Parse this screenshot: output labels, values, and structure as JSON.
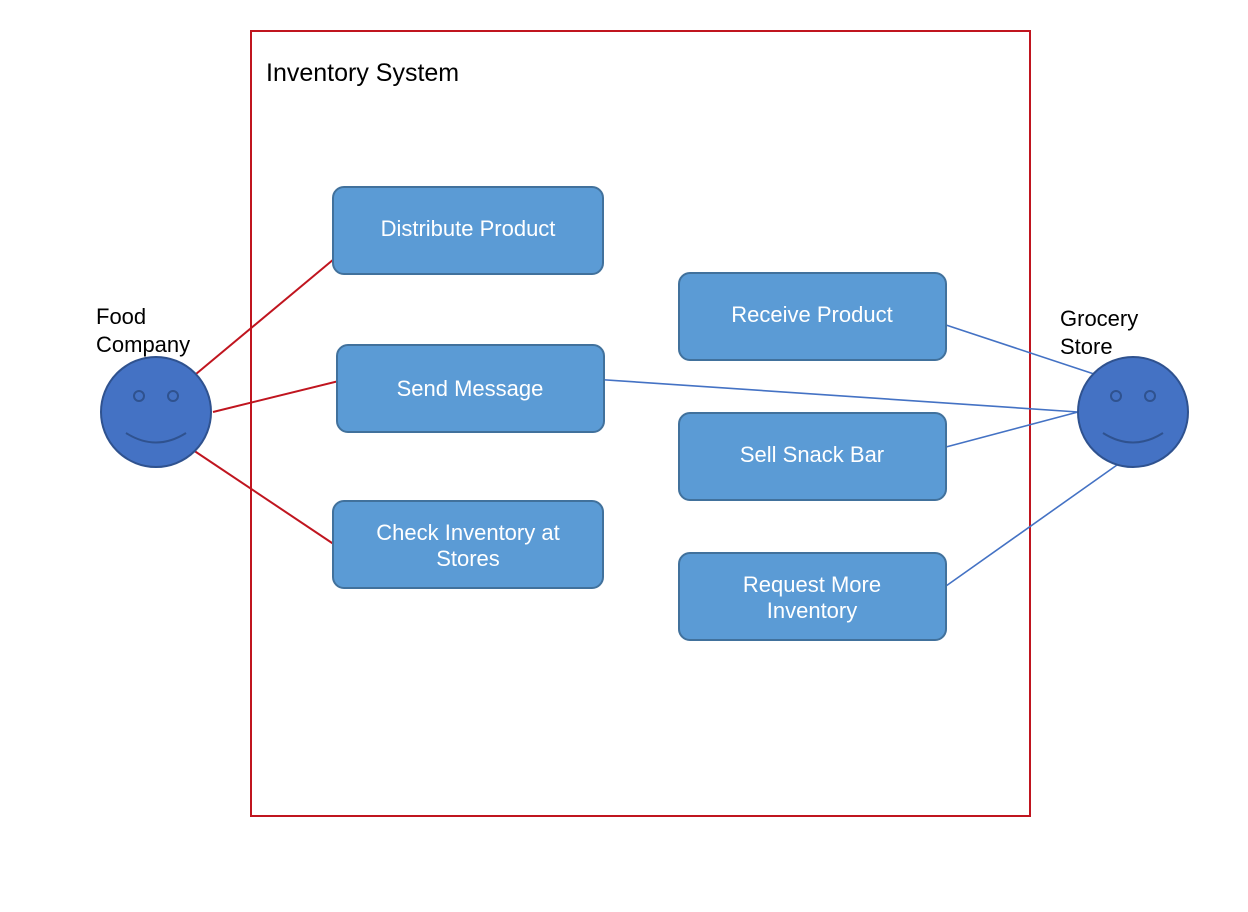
{
  "system": {
    "title": "Inventory System"
  },
  "actors": {
    "food_company": {
      "label_line1": "Food",
      "label_line2": "Company"
    },
    "grocery_store": {
      "label_line1": "Grocery",
      "label_line2": "Store"
    }
  },
  "use_cases": {
    "distribute_product": {
      "line1": "Distribute Product"
    },
    "send_message": {
      "line1": "Send Message"
    },
    "check_inventory": {
      "line1": "Check Inventory at",
      "line2": "Stores"
    },
    "receive_product": {
      "line1": "Receive Product"
    },
    "sell_snack_bar": {
      "line1": "Sell Snack Bar"
    },
    "request_more_inventory": {
      "line1": "Request More",
      "line2": "Inventory"
    }
  },
  "colors": {
    "system_border": "#c0151f",
    "use_case_fill": "#5b9bd5",
    "actor_fill": "#4472c4",
    "food_company_links": "#c0151f",
    "grocery_store_links": "#4472c4"
  },
  "associations": [
    {
      "actor": "Food Company",
      "use_case": "Distribute Product"
    },
    {
      "actor": "Food Company",
      "use_case": "Send Message"
    },
    {
      "actor": "Food Company",
      "use_case": "Check Inventory at Stores"
    },
    {
      "actor": "Grocery Store",
      "use_case": "Receive Product"
    },
    {
      "actor": "Grocery Store",
      "use_case": "Send Message"
    },
    {
      "actor": "Grocery Store",
      "use_case": "Sell Snack Bar"
    },
    {
      "actor": "Grocery Store",
      "use_case": "Request More Inventory"
    }
  ]
}
